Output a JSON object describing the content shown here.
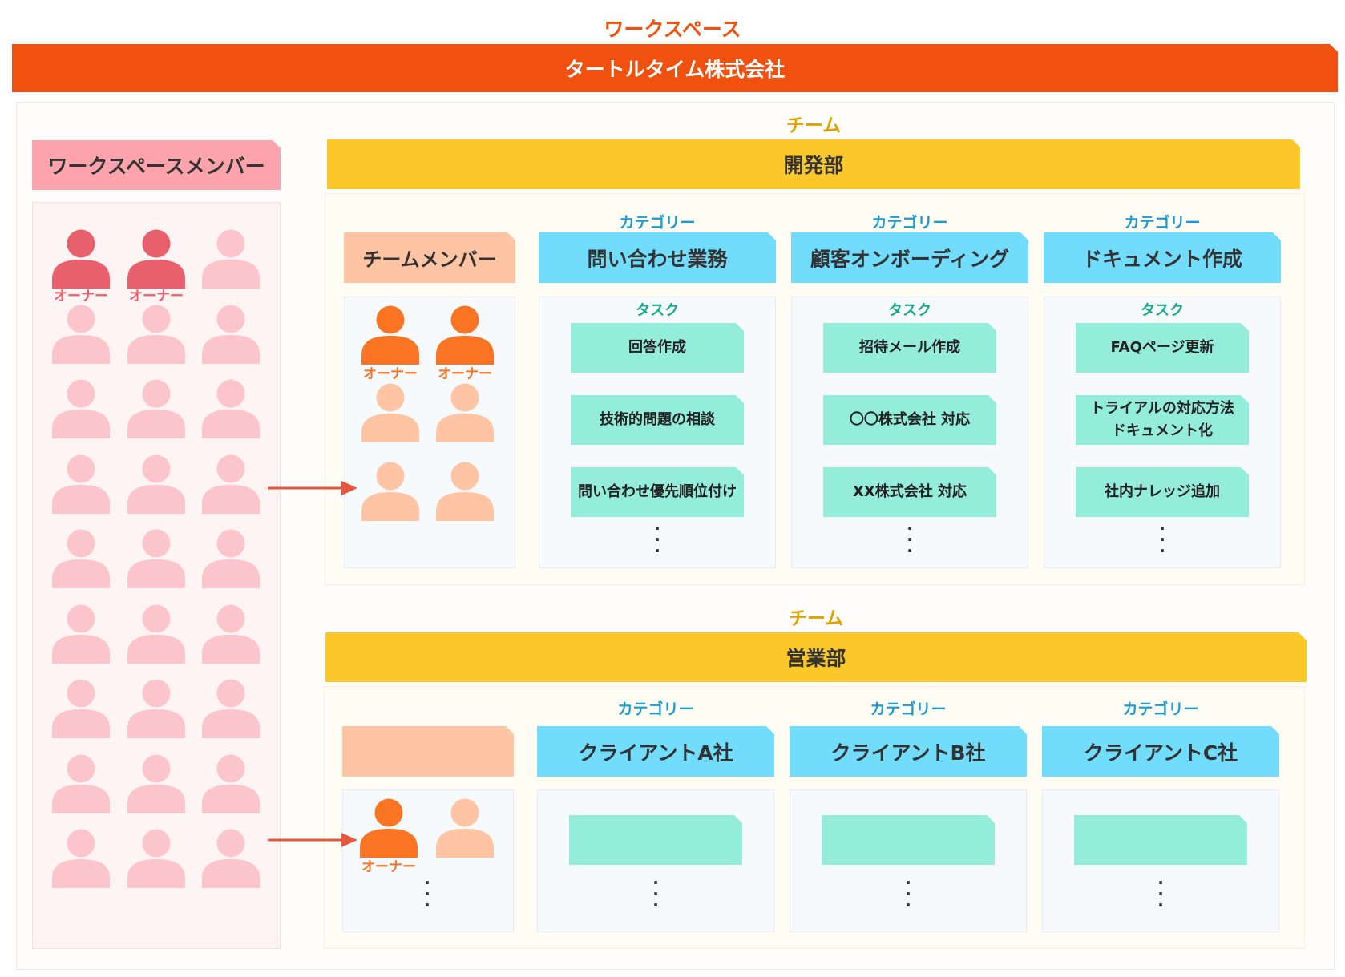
{
  "workspace": {
    "label": "ワークスペース",
    "company": "タートルタイム株式会社"
  },
  "workspace_members": {
    "title": "ワークスペースメンバー",
    "owner_label": "オーナー"
  },
  "teams": [
    {
      "label": "チーム",
      "name": "開発部",
      "members_title": "チームメンバー",
      "owner_label": "オーナー",
      "categories": [
        {
          "label": "カテゴリー",
          "name": "問い合わせ業務",
          "task_label": "タスク",
          "tasks": [
            "回答作成",
            "技術的問題の相談",
            "問い合わせ優先順位付け"
          ]
        },
        {
          "label": "カテゴリー",
          "name": "顧客オンボーディング",
          "task_label": "タスク",
          "tasks": [
            "招待メール作成",
            "〇〇株式会社 対応",
            "XX株式会社 対応"
          ]
        },
        {
          "label": "カテゴリー",
          "name": "ドキュメント作成",
          "task_label": "タスク",
          "tasks": [
            "FAQページ更新",
            "トライアルの対応方法\nドキュメント化",
            "社内ナレッジ追加"
          ]
        }
      ]
    },
    {
      "label": "チーム",
      "name": "営業部",
      "members_title": "",
      "owner_label": "オーナー",
      "categories": [
        {
          "label": "カテゴリー",
          "name": "クライアントA社"
        },
        {
          "label": "カテゴリー",
          "name": "クライアントB社"
        },
        {
          "label": "カテゴリー",
          "name": "クライアントC社"
        }
      ]
    }
  ],
  "colors": {
    "workspace_orange": "#f0510f",
    "member_pink_header": "#fda3ac",
    "owner_red": "#e8606c",
    "member_pink": "#fcc4cb",
    "team_yellow": "#fcc829",
    "team_label_gold": "#e0a200",
    "team_member_peach": "#fec4a4",
    "owner_orange": "#fa7424",
    "category_blue": "#72dcfd",
    "category_label_blue": "#1a9cd0",
    "task_mint": "#94ecdb",
    "task_label_teal": "#18a88c",
    "arrow_red": "#e6553e"
  }
}
